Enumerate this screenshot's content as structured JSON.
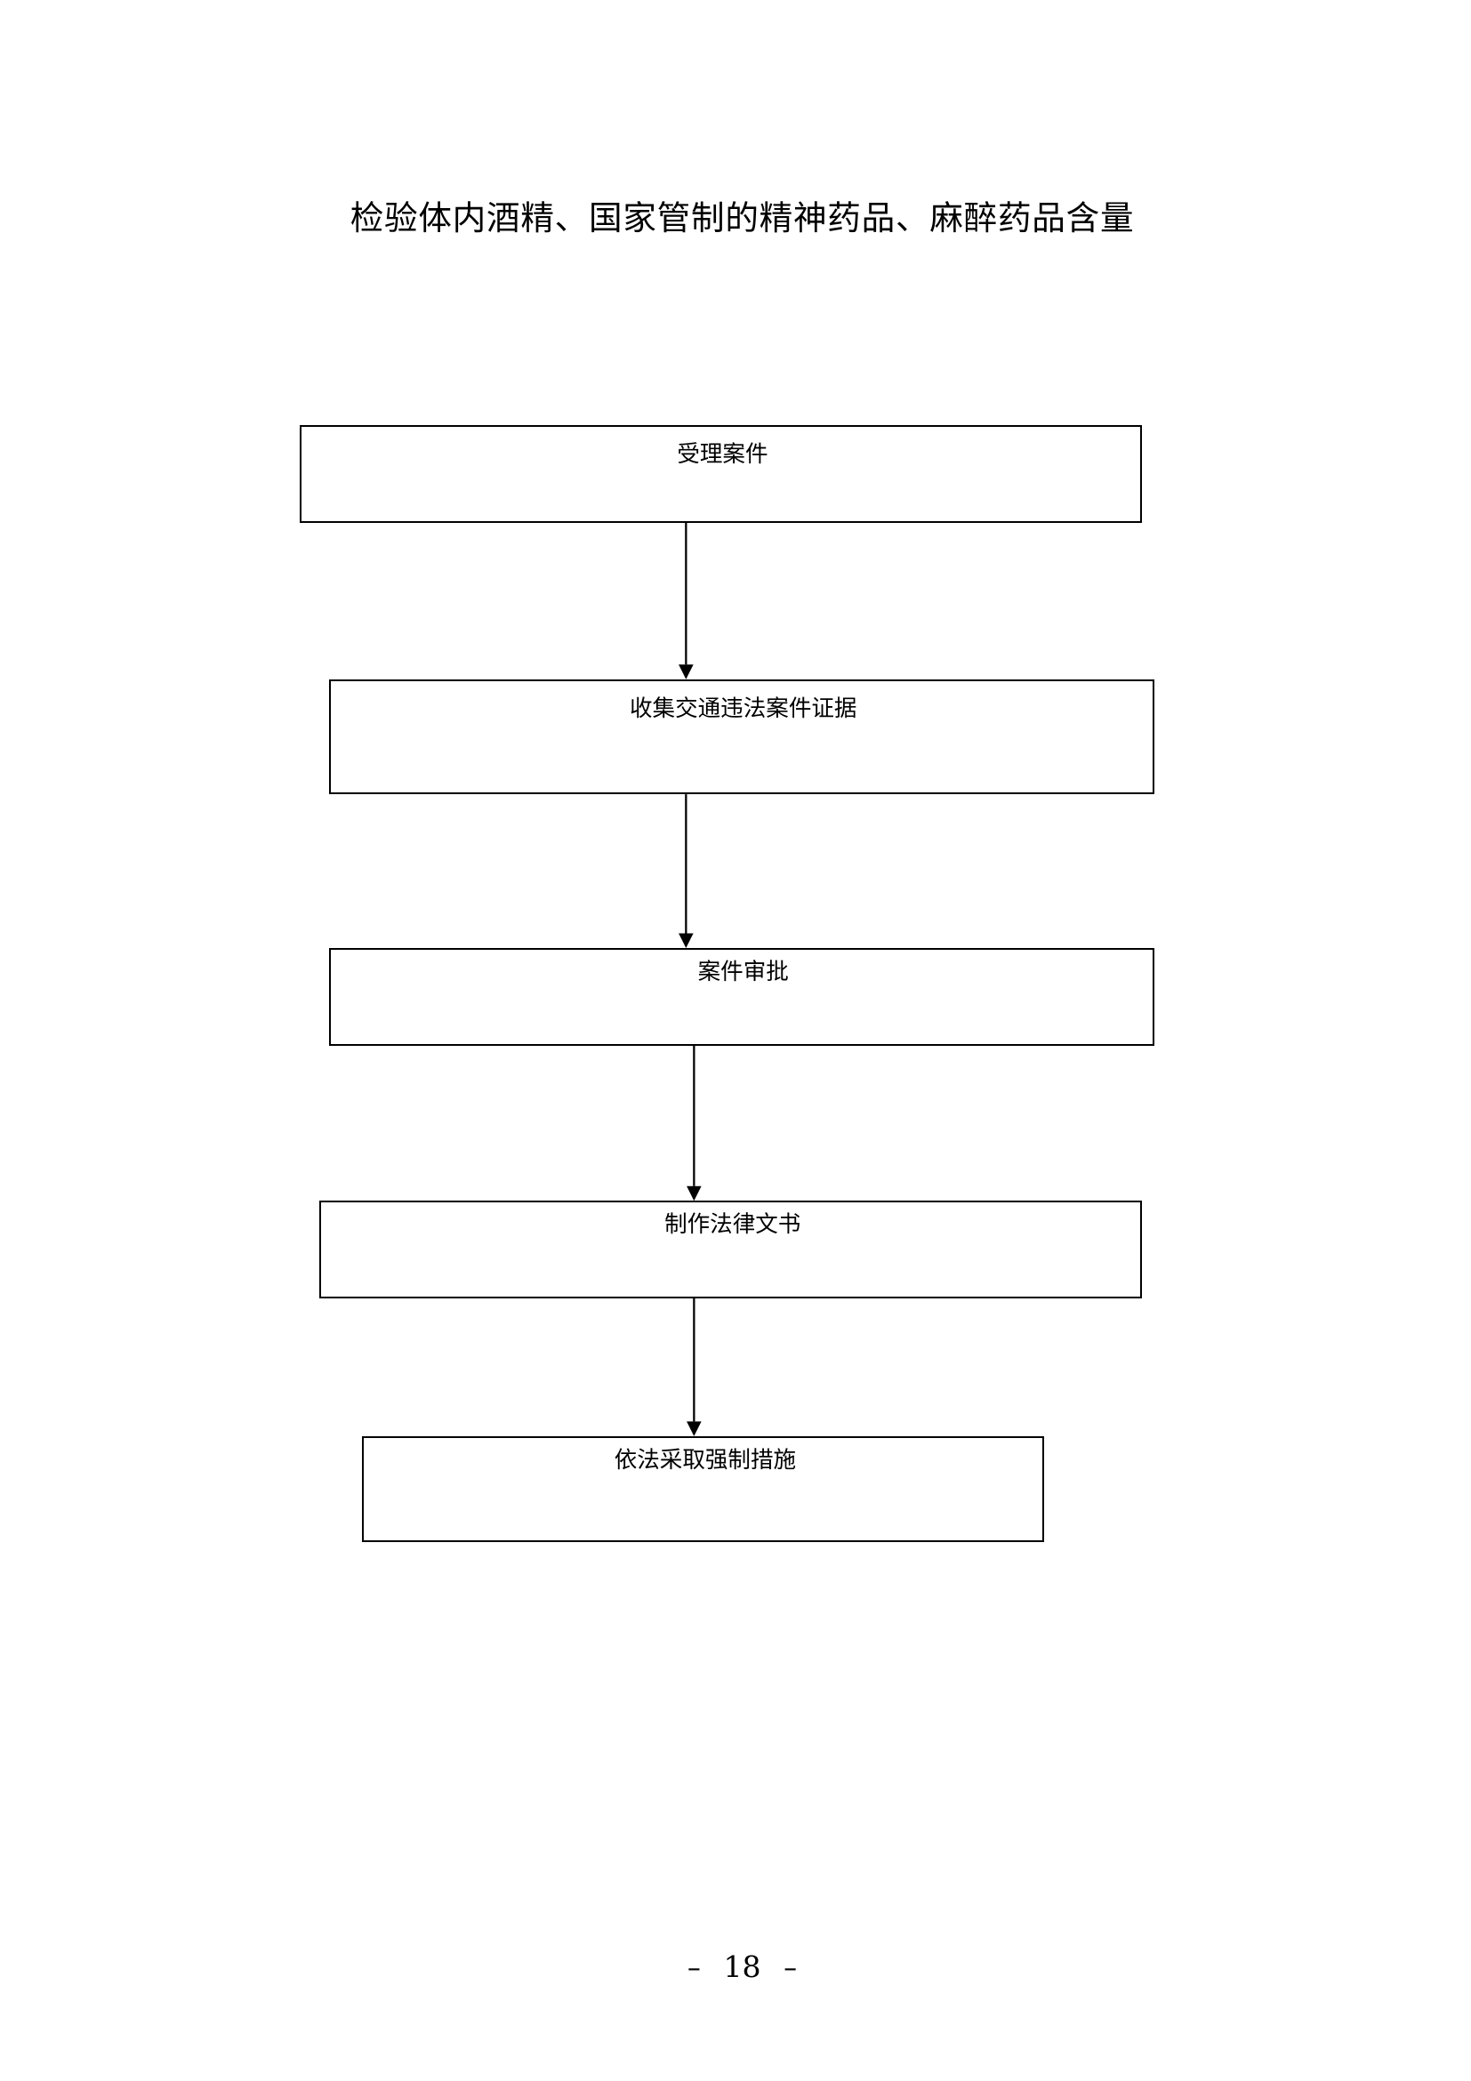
{
  "document": {
    "title": "检验体内酒精、国家管制的精神药品、麻醉药品含量",
    "page_number": {
      "prefix": "–",
      "number": "18",
      "suffix": "–"
    }
  },
  "flowchart": {
    "steps": [
      {
        "label": "受理案件"
      },
      {
        "label": "收集交通违法案件证据"
      },
      {
        "label": "案件审批"
      },
      {
        "label": "制作法律文书"
      },
      {
        "label": "依法采取强制措施"
      }
    ]
  }
}
